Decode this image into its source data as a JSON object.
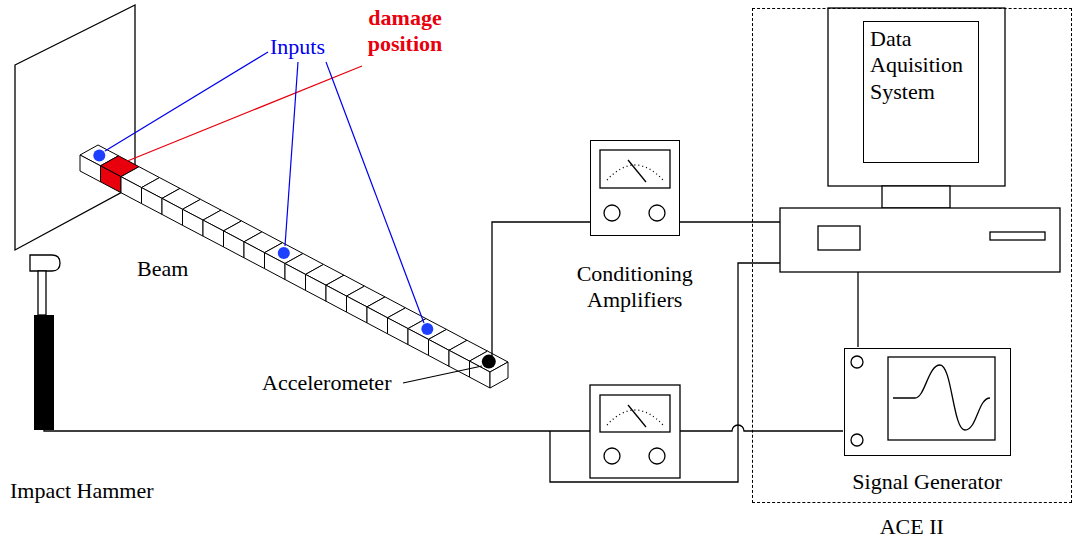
{
  "diagram": {
    "nodes": [
      {
        "text": [
          "ACE II"
        ]
      },
      {
        "text": [
          "Data Aquisition System"
        ],
        "in": 0
      },
      {
        "text": [
          "Signal Generator"
        ],
        "in": 0
      },
      {
        "text": [
          "Conditioning Amplifiers"
        ]
      }
    ],
    "labels": [
      "damage position",
      "Inputs",
      "Beam",
      "Accelerometer",
      "Impact Hammer"
    ]
  }
}
